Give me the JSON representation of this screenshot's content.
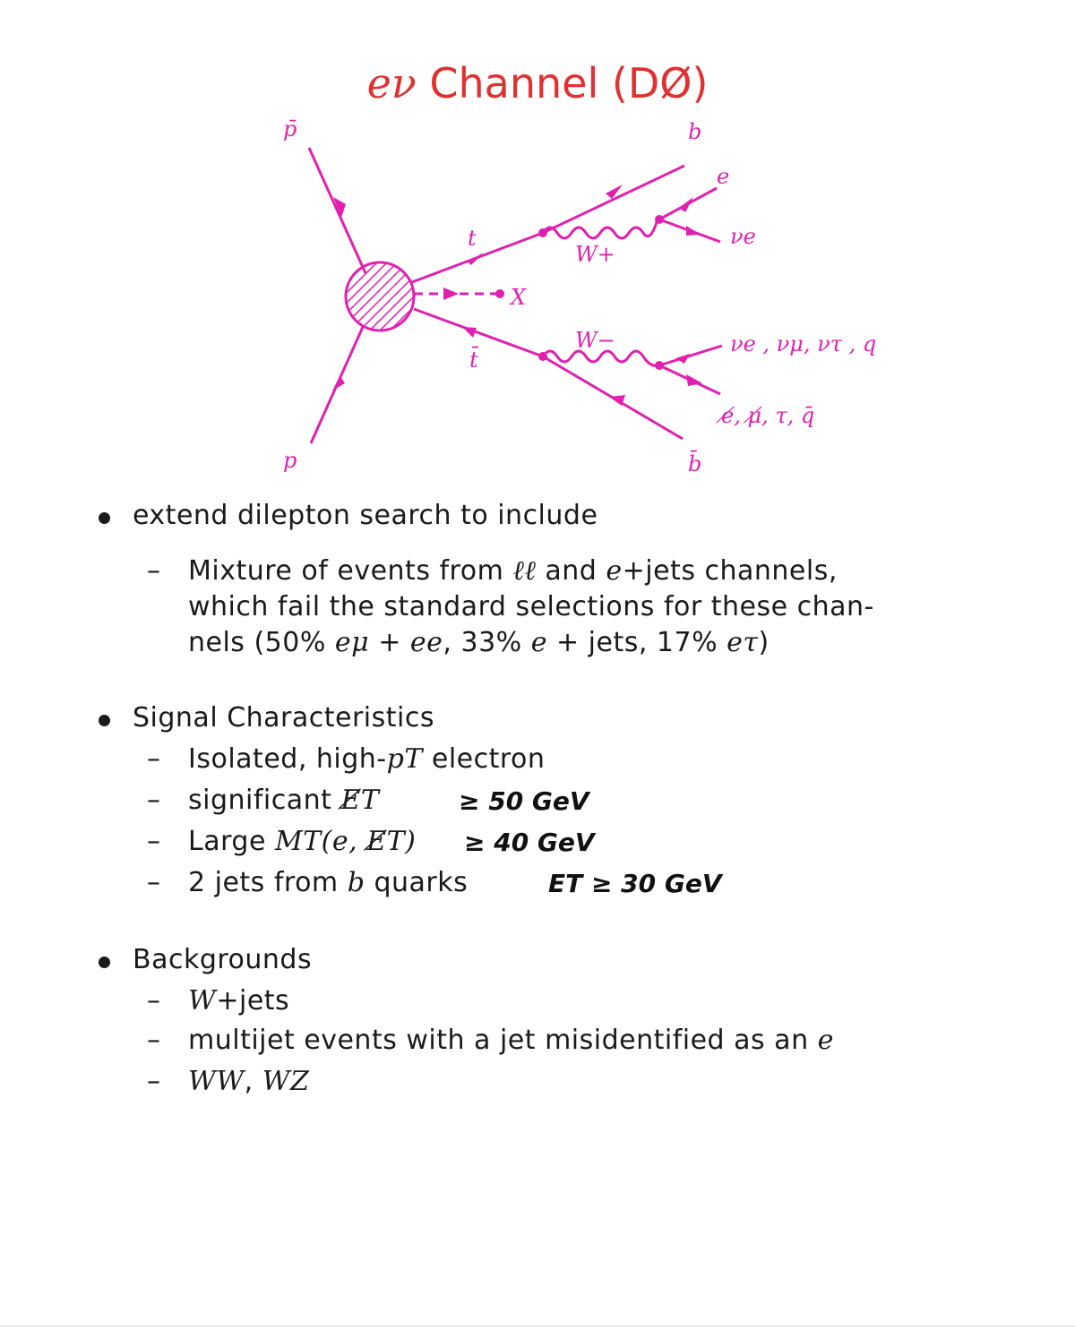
{
  "title": {
    "math": "eν",
    "text": "Channel (DØ)"
  },
  "diagram": {
    "labels": {
      "pbar": "p̄",
      "p": "p",
      "t": "t",
      "tbar": "t̄",
      "x": "X",
      "b": "b",
      "bbar": "b̄",
      "e": "e",
      "nu_e": "νe",
      "wplus": "W+",
      "wminus": "W−",
      "neutrinos": "νe , νμ, ντ ,  q",
      "leptons": "e̸, μ̸, τ,  q̄"
    },
    "line_color": "#e020b0"
  },
  "bullets": [
    {
      "text": "extend dilepton search to include",
      "subs": [
        {
          "line1a": "Mixture of events from ",
          "line1m": "ℓℓ",
          "line1b": " and ",
          "line1m2": "e",
          "line1c": "+jets channels,",
          "line2": "which fail the standard selections for these chan-",
          "line3a": "nels (50% ",
          "line3m1": "eμ",
          "line3b": " + ",
          "line3m2": "ee",
          "line3c": ", 33% ",
          "line3m3": "e",
          "line3d": " + jets, 17% ",
          "line3m4": "eτ",
          "line3e": ")"
        }
      ]
    },
    {
      "text": "Signal Characteristics",
      "subs": [
        {
          "a": "Isolated, high-",
          "m": "pT",
          "b": " electron"
        },
        {
          "a": "significant ",
          "m": "E̸T",
          "b": "",
          "hand": "≥ 50 GeV"
        },
        {
          "a": "Large ",
          "m": "MT(e, E̸T)",
          "b": "",
          "hand": "≥ 40 GeV"
        },
        {
          "a": "2 jets from ",
          "m": "b",
          "b": " quarks",
          "hand": "ET ≥ 30 GeV"
        }
      ]
    },
    {
      "text": "Backgrounds",
      "subs": [
        {
          "a": "",
          "m": "W",
          "b": "+jets"
        },
        {
          "a": "multijet events with a jet misidentified as an ",
          "m": "e",
          "b": ""
        },
        {
          "a": "",
          "m": "WW",
          "b": ", ",
          "m2": "WZ"
        }
      ]
    }
  ]
}
